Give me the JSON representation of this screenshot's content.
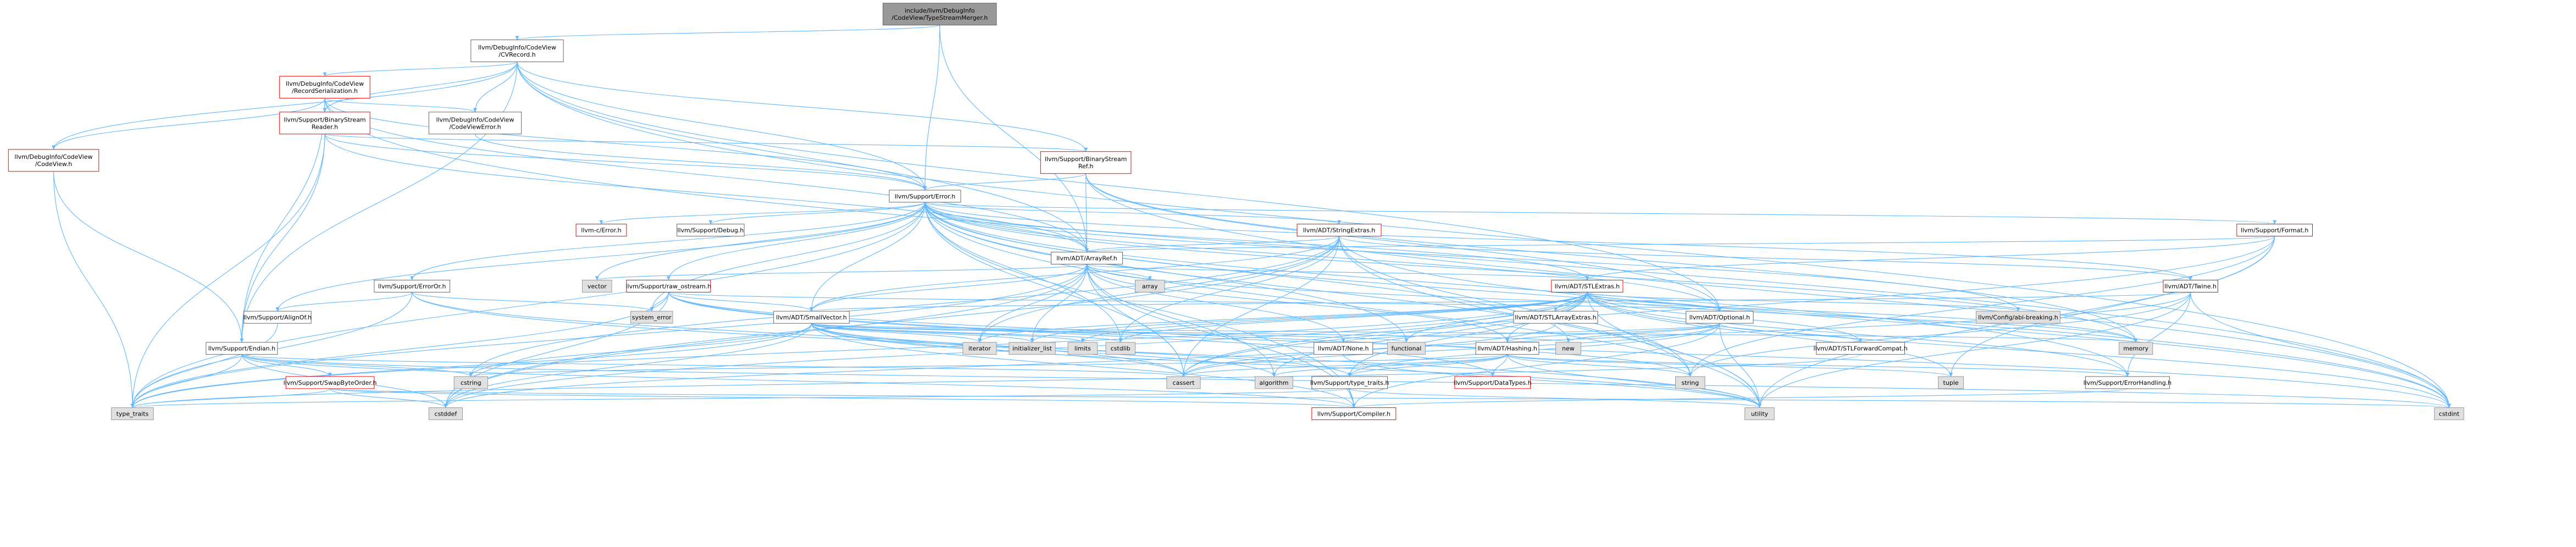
{
  "colors": {
    "background": "#ffffff",
    "edge": "#63b8ff",
    "node_fill": "#ffffff",
    "node_border_linked": "#666666",
    "node_border_truncated": "#ff0000",
    "node_fill_focus": "#999999",
    "node_border_focus": "#666666",
    "node_fill_external": "#e0e0e0",
    "node_border_external": "#999999"
  },
  "nodes": [
    {
      "id": "tsm",
      "lines": [
        "include/llvm/DebugInfo",
        "/CodeView/TypeStreamMerger.h"
      ],
      "kind": "focus"
    },
    {
      "id": "cvrecord",
      "lines": [
        "llvm/DebugInfo/CodeView",
        "/CVRecord.h"
      ],
      "kind": "linked"
    },
    {
      "id": "recser",
      "lines": [
        "llvm/DebugInfo/CodeView",
        "/RecordSerialization.h"
      ],
      "kind": "truncated"
    },
    {
      "id": "bsreader",
      "lines": [
        "llvm/Support/BinaryStream",
        "Reader.h"
      ],
      "kind": "truncated"
    },
    {
      "id": "cverror",
      "lines": [
        "llvm/DebugInfo/CodeView",
        "/CodeViewError.h"
      ],
      "kind": "linked"
    },
    {
      "id": "codeview",
      "lines": [
        "llvm/DebugInfo/CodeView",
        "/CodeView.h"
      ],
      "kind": "truncated"
    },
    {
      "id": "bsref",
      "lines": [
        "llvm/Support/BinaryStream",
        "Ref.h"
      ],
      "kind": "truncated"
    },
    {
      "id": "error",
      "lines": [
        "llvm/Support/Error.h"
      ],
      "kind": "linked"
    },
    {
      "id": "cerror",
      "lines": [
        "llvm-c/Error.h"
      ],
      "kind": "truncated"
    },
    {
      "id": "debug",
      "lines": [
        "llvm/Support/Debug.h"
      ],
      "kind": "linked"
    },
    {
      "id": "stringextras",
      "lines": [
        "llvm/ADT/StringExtras.h"
      ],
      "kind": "truncated"
    },
    {
      "id": "format",
      "lines": [
        "llvm/Support/Format.h"
      ],
      "kind": "truncated"
    },
    {
      "id": "arrayref",
      "lines": [
        "llvm/ADT/ArrayRef.h"
      ],
      "kind": "linked"
    },
    {
      "id": "array",
      "lines": [
        "array"
      ],
      "kind": "external"
    },
    {
      "id": "vector",
      "lines": [
        "vector"
      ],
      "kind": "external"
    },
    {
      "id": "erroror",
      "lines": [
        "llvm/Support/ErrorOr.h"
      ],
      "kind": "linked"
    },
    {
      "id": "rawostream",
      "lines": [
        "llvm/Support/raw_ostream.h"
      ],
      "kind": "truncated"
    },
    {
      "id": "stlextras",
      "lines": [
        "llvm/ADT/STLExtras.h"
      ],
      "kind": "truncated"
    },
    {
      "id": "twine",
      "lines": [
        "llvm/ADT/Twine.h"
      ],
      "kind": "truncated"
    },
    {
      "id": "systemerror",
      "lines": [
        "system_error"
      ],
      "kind": "external"
    },
    {
      "id": "alignof",
      "lines": [
        "llvm/Support/AlignOf.h"
      ],
      "kind": "linked"
    },
    {
      "id": "smallvector",
      "lines": [
        "llvm/ADT/SmallVector.h"
      ],
      "kind": "linked"
    },
    {
      "id": "stlarrayextras",
      "lines": [
        "llvm/ADT/STLArrayExtras.h"
      ],
      "kind": "linked"
    },
    {
      "id": "optional",
      "lines": [
        "llvm/ADT/Optional.h"
      ],
      "kind": "linked"
    },
    {
      "id": "abibreaking",
      "lines": [
        "llvm/Config/abi-breaking.h"
      ],
      "kind": "external"
    },
    {
      "id": "endian",
      "lines": [
        "llvm/Support/Endian.h"
      ],
      "kind": "linked"
    },
    {
      "id": "iterator",
      "lines": [
        "iterator"
      ],
      "kind": "external"
    },
    {
      "id": "initlist",
      "lines": [
        "initializer_list"
      ],
      "kind": "external"
    },
    {
      "id": "limits",
      "lines": [
        "limits"
      ],
      "kind": "external"
    },
    {
      "id": "cstdlib",
      "lines": [
        "cstdlib"
      ],
      "kind": "external"
    },
    {
      "id": "none",
      "lines": [
        "llvm/ADT/None.h"
      ],
      "kind": "linked"
    },
    {
      "id": "functional",
      "lines": [
        "functional"
      ],
      "kind": "external"
    },
    {
      "id": "hashing",
      "lines": [
        "llvm/ADT/Hashing.h"
      ],
      "kind": "linked"
    },
    {
      "id": "new",
      "lines": [
        "new"
      ],
      "kind": "external"
    },
    {
      "id": "stlforward",
      "lines": [
        "llvm/ADT/STLForwardCompat.h"
      ],
      "kind": "linked"
    },
    {
      "id": "memory",
      "lines": [
        "memory"
      ],
      "kind": "external"
    },
    {
      "id": "swapbyteorder",
      "lines": [
        "llvm/Support/SwapByteOrder.h"
      ],
      "kind": "truncated"
    },
    {
      "id": "cstring",
      "lines": [
        "cstring"
      ],
      "kind": "external"
    },
    {
      "id": "cassert",
      "lines": [
        "cassert"
      ],
      "kind": "external"
    },
    {
      "id": "algorithm",
      "lines": [
        "algorithm"
      ],
      "kind": "external"
    },
    {
      "id": "typetraitsh",
      "lines": [
        "llvm/Support/type_traits.h"
      ],
      "kind": "linked"
    },
    {
      "id": "datatypes",
      "lines": [
        "llvm/Support/DataTypes.h"
      ],
      "kind": "truncated"
    },
    {
      "id": "string",
      "lines": [
        "string"
      ],
      "kind": "external"
    },
    {
      "id": "tuple",
      "lines": [
        "tuple"
      ],
      "kind": "external"
    },
    {
      "id": "errhandling",
      "lines": [
        "llvm/Support/ErrorHandling.h"
      ],
      "kind": "linked"
    },
    {
      "id": "typetraits",
      "lines": [
        "type_traits"
      ],
      "kind": "external"
    },
    {
      "id": "cstddef",
      "lines": [
        "cstddef"
      ],
      "kind": "external"
    },
    {
      "id": "compiler",
      "lines": [
        "llvm/Support/Compiler.h"
      ],
      "kind": "truncated"
    },
    {
      "id": "utility",
      "lines": [
        "utility"
      ],
      "kind": "external"
    },
    {
      "id": "cstdint",
      "lines": [
        "cstdint"
      ],
      "kind": "external"
    }
  ],
  "edges": [
    [
      "tsm",
      "cvrecord"
    ],
    [
      "tsm",
      "error"
    ],
    [
      "tsm",
      "arrayref"
    ],
    [
      "cvrecord",
      "recser"
    ],
    [
      "cvrecord",
      "bsreader"
    ],
    [
      "cvrecord",
      "cverror"
    ],
    [
      "cvrecord",
      "codeview"
    ],
    [
      "cvrecord",
      "bsref"
    ],
    [
      "cvrecord",
      "error"
    ],
    [
      "cvrecord",
      "arrayref"
    ],
    [
      "cvrecord",
      "optional"
    ],
    [
      "cvrecord",
      "endian"
    ],
    [
      "cvrecord",
      "cstdint"
    ],
    [
      "recser",
      "codeview"
    ],
    [
      "recser",
      "bsreader"
    ],
    [
      "recser",
      "cverror"
    ],
    [
      "recser",
      "error"
    ],
    [
      "recser",
      "arrayref"
    ],
    [
      "recser",
      "endian"
    ],
    [
      "recser",
      "cstdint"
    ],
    [
      "bsreader",
      "bsref"
    ],
    [
      "bsreader",
      "error"
    ],
    [
      "bsreader",
      "arrayref"
    ],
    [
      "bsreader",
      "endian"
    ],
    [
      "bsreader",
      "typetraits"
    ],
    [
      "cverror",
      "error"
    ],
    [
      "codeview",
      "endian"
    ],
    [
      "codeview",
      "typetraits"
    ],
    [
      "bsref",
      "error"
    ],
    [
      "bsref",
      "arrayref"
    ],
    [
      "bsref",
      "optional"
    ],
    [
      "bsref",
      "memory"
    ],
    [
      "bsref",
      "cstdint"
    ],
    [
      "error",
      "cerror"
    ],
    [
      "error",
      "debug"
    ],
    [
      "error",
      "stringextras"
    ],
    [
      "error",
      "format"
    ],
    [
      "error",
      "arrayref"
    ],
    [
      "error",
      "erroror"
    ],
    [
      "error",
      "rawostream"
    ],
    [
      "error",
      "twine"
    ],
    [
      "error",
      "systemerror"
    ],
    [
      "error",
      "alignof"
    ],
    [
      "error",
      "smallvector"
    ],
    [
      "error",
      "stlextras"
    ],
    [
      "error",
      "abibreaking"
    ],
    [
      "error",
      "errhandling"
    ],
    [
      "error",
      "compiler"
    ],
    [
      "error",
      "cassert"
    ],
    [
      "error",
      "cstdint"
    ],
    [
      "error",
      "cstdlib"
    ],
    [
      "error",
      "functional"
    ],
    [
      "error",
      "memory"
    ],
    [
      "error",
      "new"
    ],
    [
      "error",
      "string"
    ],
    [
      "error",
      "typetraits"
    ],
    [
      "error",
      "utility"
    ],
    [
      "error",
      "vector"
    ],
    [
      "error",
      "optional"
    ],
    [
      "stringextras",
      "arrayref"
    ],
    [
      "stringextras",
      "smallvector"
    ],
    [
      "stringextras",
      "iterator"
    ],
    [
      "stringextras",
      "cassert"
    ],
    [
      "stringextras",
      "cstddef"
    ],
    [
      "stringextras",
      "cstdint"
    ],
    [
      "stringextras",
      "cstdlib"
    ],
    [
      "stringextras",
      "cstring"
    ],
    [
      "stringextras",
      "string"
    ],
    [
      "stringextras",
      "utility"
    ],
    [
      "stringextras",
      "twine"
    ],
    [
      "format",
      "arrayref"
    ],
    [
      "format",
      "stlextras"
    ],
    [
      "format",
      "cassert"
    ],
    [
      "format",
      "cstdio"
    ],
    [
      "format",
      "tuple"
    ],
    [
      "format",
      "utility"
    ],
    [
      "format",
      "string"
    ],
    [
      "arrayref",
      "array"
    ],
    [
      "arrayref",
      "vector"
    ],
    [
      "arrayref",
      "hashing"
    ],
    [
      "arrayref",
      "none"
    ],
    [
      "arrayref",
      "smallvector"
    ],
    [
      "arrayref",
      "stlextras"
    ],
    [
      "arrayref",
      "compiler"
    ],
    [
      "arrayref",
      "algorithm"
    ],
    [
      "arrayref",
      "cassert"
    ],
    [
      "arrayref",
      "cstddef"
    ],
    [
      "arrayref",
      "initlist"
    ],
    [
      "arrayref",
      "iterator"
    ],
    [
      "arrayref",
      "memory"
    ],
    [
      "arrayref",
      "typetraits"
    ],
    [
      "erroror",
      "alignof"
    ],
    [
      "erroror",
      "cassert"
    ],
    [
      "erroror",
      "systemerror"
    ],
    [
      "erroror",
      "typetraits"
    ],
    [
      "erroror",
      "utility"
    ],
    [
      "rawostream",
      "systemerror"
    ],
    [
      "rawostream",
      "cstddef"
    ],
    [
      "rawostream",
      "cstdint"
    ],
    [
      "rawostream",
      "string"
    ],
    [
      "rawostream",
      "typetraits"
    ],
    [
      "rawostream",
      "optional"
    ],
    [
      "rawostream",
      "datatypes"
    ],
    [
      "rawostream",
      "smallvector"
    ],
    [
      "stlextras",
      "stlarrayextras"
    ],
    [
      "stlextras",
      "optional"
    ],
    [
      "stlextras",
      "stlforward"
    ],
    [
      "stlextras",
      "iterator"
    ],
    [
      "stlextras",
      "abibreaking"
    ],
    [
      "stlextras",
      "errhandling"
    ],
    [
      "stlextras",
      "typetraitsh"
    ],
    [
      "stlextras",
      "algorithm"
    ],
    [
      "stlextras",
      "cassert"
    ],
    [
      "stlextras",
      "cstddef"
    ],
    [
      "stlextras",
      "cstdint"
    ],
    [
      "stlextras",
      "cstdlib"
    ],
    [
      "stlextras",
      "functional"
    ],
    [
      "stlextras",
      "initlist"
    ],
    [
      "stlextras",
      "limits"
    ],
    [
      "stlextras",
      "memory"
    ],
    [
      "stlextras",
      "tuple"
    ],
    [
      "stlextras",
      "typetraits"
    ],
    [
      "stlextras",
      "utility"
    ],
    [
      "stlextras",
      "hashing"
    ],
    [
      "twine",
      "smallvector"
    ],
    [
      "twine",
      "errhandling"
    ],
    [
      "twine",
      "cassert"
    ],
    [
      "twine",
      "cstdint"
    ],
    [
      "twine",
      "string"
    ],
    [
      "twine",
      "utility"
    ],
    [
      "alignof",
      "typetraits"
    ],
    [
      "smallvector",
      "compiler"
    ],
    [
      "smallvector",
      "typetraitsh"
    ],
    [
      "smallvector",
      "algorithm"
    ],
    [
      "smallvector",
      "cassert"
    ],
    [
      "smallvector",
      "cstddef"
    ],
    [
      "smallvector",
      "cstdlib"
    ],
    [
      "smallvector",
      "cstring"
    ],
    [
      "smallvector",
      "functional"
    ],
    [
      "smallvector",
      "initlist"
    ],
    [
      "smallvector",
      "iterator"
    ],
    [
      "smallvector",
      "limits"
    ],
    [
      "smallvector",
      "memory"
    ],
    [
      "smallvector",
      "new"
    ],
    [
      "smallvector",
      "typetraits"
    ],
    [
      "smallvector",
      "utility"
    ],
    [
      "stlarrayextras",
      "cstddef"
    ],
    [
      "optional",
      "hashing"
    ],
    [
      "optional",
      "none"
    ],
    [
      "optional",
      "stlforward"
    ],
    [
      "optional",
      "compiler"
    ],
    [
      "optional",
      "typetraitsh"
    ],
    [
      "optional",
      "cassert"
    ],
    [
      "optional",
      "new"
    ],
    [
      "optional",
      "utility"
    ],
    [
      "endian",
      "swapbyteorder"
    ],
    [
      "endian",
      "compiler"
    ],
    [
      "endian",
      "cassert"
    ],
    [
      "endian",
      "cstddef"
    ],
    [
      "endian",
      "cstdint"
    ],
    [
      "endian",
      "cstring"
    ],
    [
      "endian",
      "typetraits"
    ],
    [
      "none",
      "utility"
    ],
    [
      "hashing",
      "errhandling"
    ],
    [
      "hashing",
      "datatypes"
    ],
    [
      "hashing",
      "typetraitsh"
    ],
    [
      "hashing",
      "algorithm"
    ],
    [
      "hashing",
      "cassert"
    ],
    [
      "hashing",
      "cstring"
    ],
    [
      "hashing",
      "string"
    ],
    [
      "hashing",
      "tuple"
    ],
    [
      "hashing",
      "utility"
    ],
    [
      "stlforward",
      "typetraits"
    ],
    [
      "swapbyteorder",
      "cstddef"
    ],
    [
      "swapbyteorder",
      "cstdint"
    ],
    [
      "swapbyteorder",
      "typetraits"
    ],
    [
      "swapbyteorder",
      "compiler"
    ],
    [
      "typetraitsh",
      "typetraits"
    ],
    [
      "typetraitsh",
      "utility"
    ],
    [
      "typetraitsh",
      "compiler"
    ],
    [
      "errhandling",
      "compiler"
    ]
  ]
}
